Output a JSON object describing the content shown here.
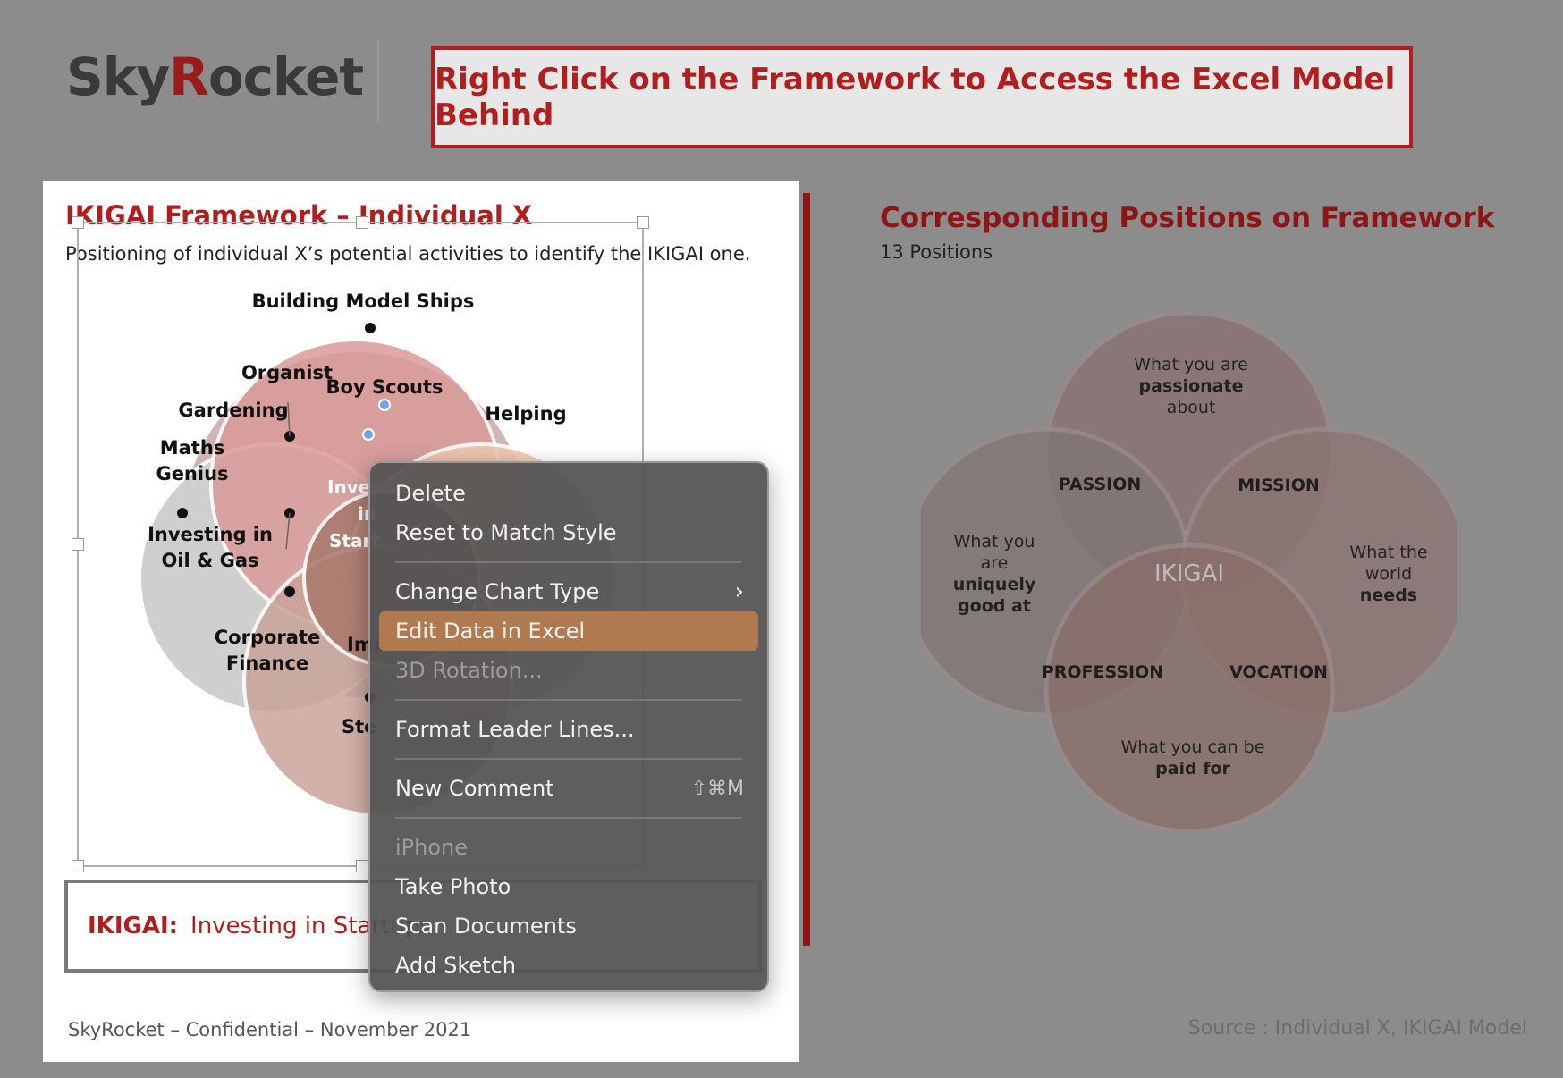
{
  "logo": {
    "prefix": "Sky",
    "r": "R",
    "suffix": "ocket"
  },
  "banner": {
    "text": "Right Click on the Framework to Access the Excel Model Behind"
  },
  "slide": {
    "title": "IKIGAI Framework – Individual X",
    "subtitle": "Positioning of individual X’s potential activities to identify the IKIGAI one.",
    "footer": "SkyRocket – Confidential – November 2021",
    "result_label": "IKIGAI:",
    "result_value": "Investing in Startups"
  },
  "left_chart": {
    "labels": {
      "building": "Building Model Ships",
      "organist": "Organist",
      "boyscouts": "Boy Scouts",
      "gardening": "Gardening",
      "helping": "Helping",
      "maths1": "Maths",
      "maths2": "Genius",
      "invest1": "Investing in",
      "invest2": "Oil & Gas",
      "corp1": "Corporate",
      "corp2": "Finance",
      "inves_start1": "Inves",
      "inves_start2": "in",
      "inves_start3": "Start",
      "imp": "Imp",
      "ste": "Ste"
    }
  },
  "right": {
    "title": "Corresponding Positions on Framework",
    "subtitle": "13 Positions",
    "source": "Source : Individual X, IKIGAI Model",
    "diagram": {
      "top_1": "What you are",
      "top_2": "passionate",
      "top_3": "about",
      "left_1": "What you",
      "left_2": "are",
      "left_3": "uniquely",
      "left_4": "good at",
      "right_1": "What the",
      "right_2": "world",
      "right_3": "needs",
      "bottom_1": "What you can be",
      "bottom_2": "paid for",
      "passion": "PASSION",
      "mission": "MISSION",
      "profession": "PROFESSION",
      "vocation": "VOCATION",
      "center": "IKIGAI"
    }
  },
  "context_menu": {
    "items": [
      {
        "label": "Delete"
      },
      {
        "label": "Reset to Match Style"
      },
      {
        "label": "Change Chart Type"
      },
      {
        "label": "Edit Data in Excel"
      },
      {
        "label": "3D Rotation..."
      },
      {
        "label": "Format Leader Lines..."
      },
      {
        "label": "New Comment",
        "shortcut": "⇧⌘M"
      },
      {
        "label": "iPhone"
      },
      {
        "label": "Take Photo"
      },
      {
        "label": "Scan Documents"
      },
      {
        "label": "Add Sketch"
      }
    ]
  }
}
